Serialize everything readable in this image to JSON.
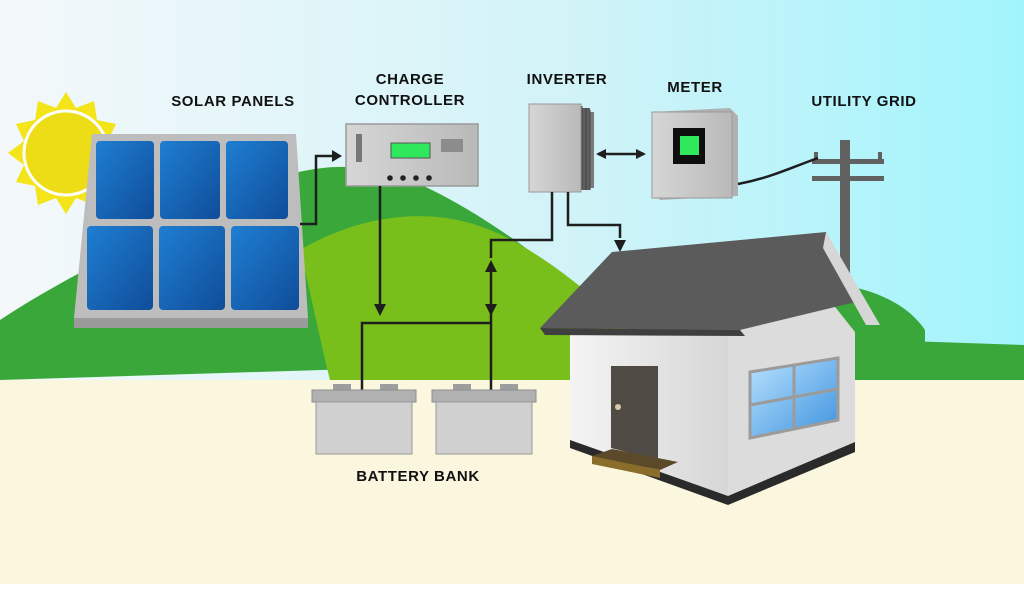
{
  "labels": {
    "solar_panels": "SOLAR PANELS",
    "charge_controller_line1": "CHARGE",
    "charge_controller_line2": "CONTROLLER",
    "inverter": "INVERTER",
    "meter": "METER",
    "utility_grid": "UTILITY GRID",
    "battery_bank": "BATTERY BANK"
  },
  "colors": {
    "sky_left": "#f3f8fa",
    "sky_right": "#a6f4fb",
    "ground": "#fbf7df",
    "hill_dark": "#3aa73a",
    "hill_light": "#79bf1c",
    "sun": "#f4e619",
    "panel_cell": "#1668b8",
    "device_body": "#cfcfcf",
    "screen_green": "#29e35a",
    "roof": "#5e5e5e",
    "house_wall": "#ececec",
    "door": "#555048",
    "window_glass": "#59a9ea",
    "wire": "#222222"
  },
  "icons": {
    "sun": "sun-icon",
    "panel": "solar-panel-icon",
    "controller": "charge-controller-icon",
    "inverter": "inverter-icon",
    "meter": "meter-icon",
    "pole": "utility-pole-icon",
    "battery": "battery-icon",
    "house": "house-icon"
  }
}
